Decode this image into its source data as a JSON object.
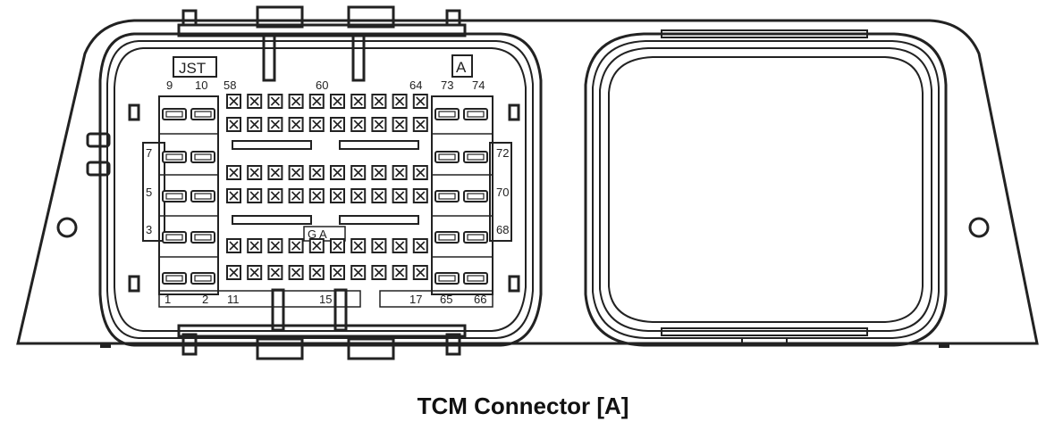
{
  "caption": "TCM Connector [A]",
  "labels": {
    "jst": "JST",
    "connector_tag": "A",
    "marker": "G A",
    "pin_9": "9",
    "pin_10": "10",
    "pin_58": "58",
    "pin_60": "60",
    "pin_64": "64",
    "pin_73": "73",
    "pin_74": "74",
    "pin_7": "7",
    "pin_72": "72",
    "pin_5": "5",
    "pin_70": "70",
    "pin_3": "3",
    "pin_68": "68",
    "pin_1": "1",
    "pin_2": "2",
    "pin_11": "11",
    "pin_15": "15",
    "pin_17": "17",
    "pin_65": "65",
    "pin_66": "66"
  }
}
